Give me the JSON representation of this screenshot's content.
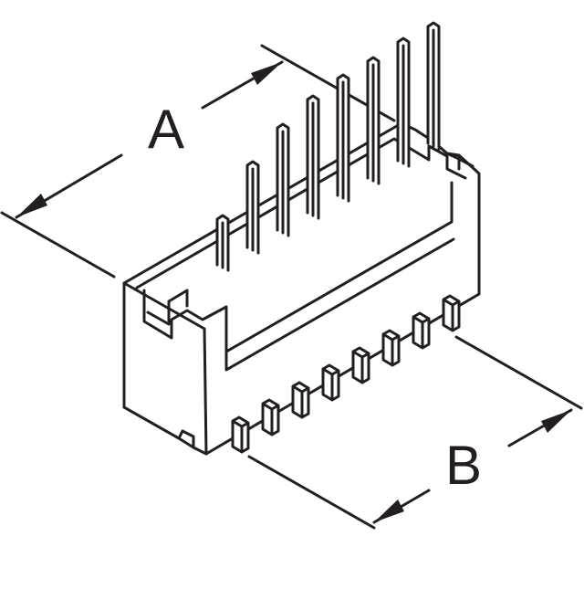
{
  "diagram": {
    "dimension_a_label": "A",
    "dimension_b_label": "B",
    "pin_count": 8,
    "colors": {
      "line": "#231f20",
      "fill": "#ffffff"
    }
  }
}
